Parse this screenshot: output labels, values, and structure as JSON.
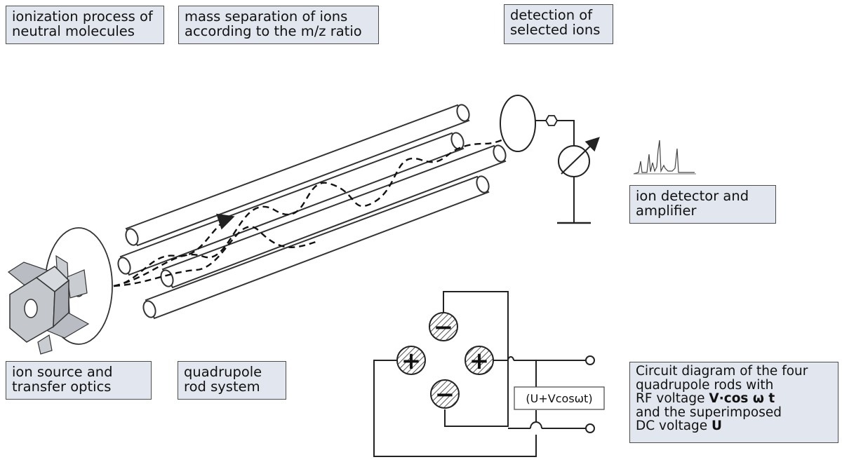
{
  "labels": {
    "ionization": [
      "ionization process of",
      "neutral molecules"
    ],
    "mass_separation": [
      "mass separation of ions",
      "according to the m/z ratio"
    ],
    "detection": [
      "detection of",
      "selected ions"
    ],
    "detector_amp": [
      "ion detector and",
      "amplifier"
    ],
    "ion_source": [
      "ion source and",
      "transfer optics"
    ],
    "quadrupole": [
      "quadrupole",
      "rod system"
    ]
  },
  "circuit_caption": {
    "line1": "Circuit diagram of the four",
    "line2": "quadrupole rods with",
    "line3_prefix": "RF voltage ",
    "line3_bold": "V·cos ω t",
    "line4": "and the superimposed",
    "line5_prefix": "DC voltage ",
    "line5_bold": "U"
  },
  "voltage_label": "(U+Vcosωt)",
  "rod_signs": {
    "positive": "+",
    "negative": "−"
  },
  "colors": {
    "label_bg": "#e2e6ee",
    "label_border": "#4d4d4d",
    "stroke": "#333333",
    "source_metal": "#c4c7cc"
  }
}
